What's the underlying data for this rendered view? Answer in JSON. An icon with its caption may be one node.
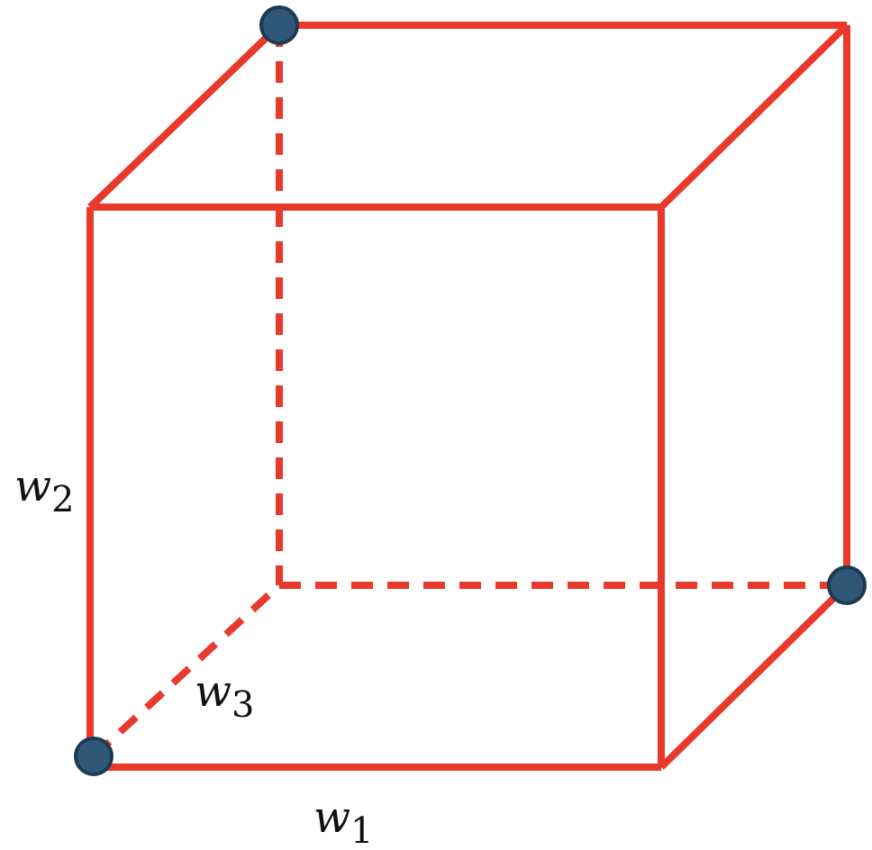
{
  "diagram": {
    "labels": [
      "*w*$_{2}$",
      "*w*$_{3}$",
      "*w*$_{1}$"
    ]
  }
}
